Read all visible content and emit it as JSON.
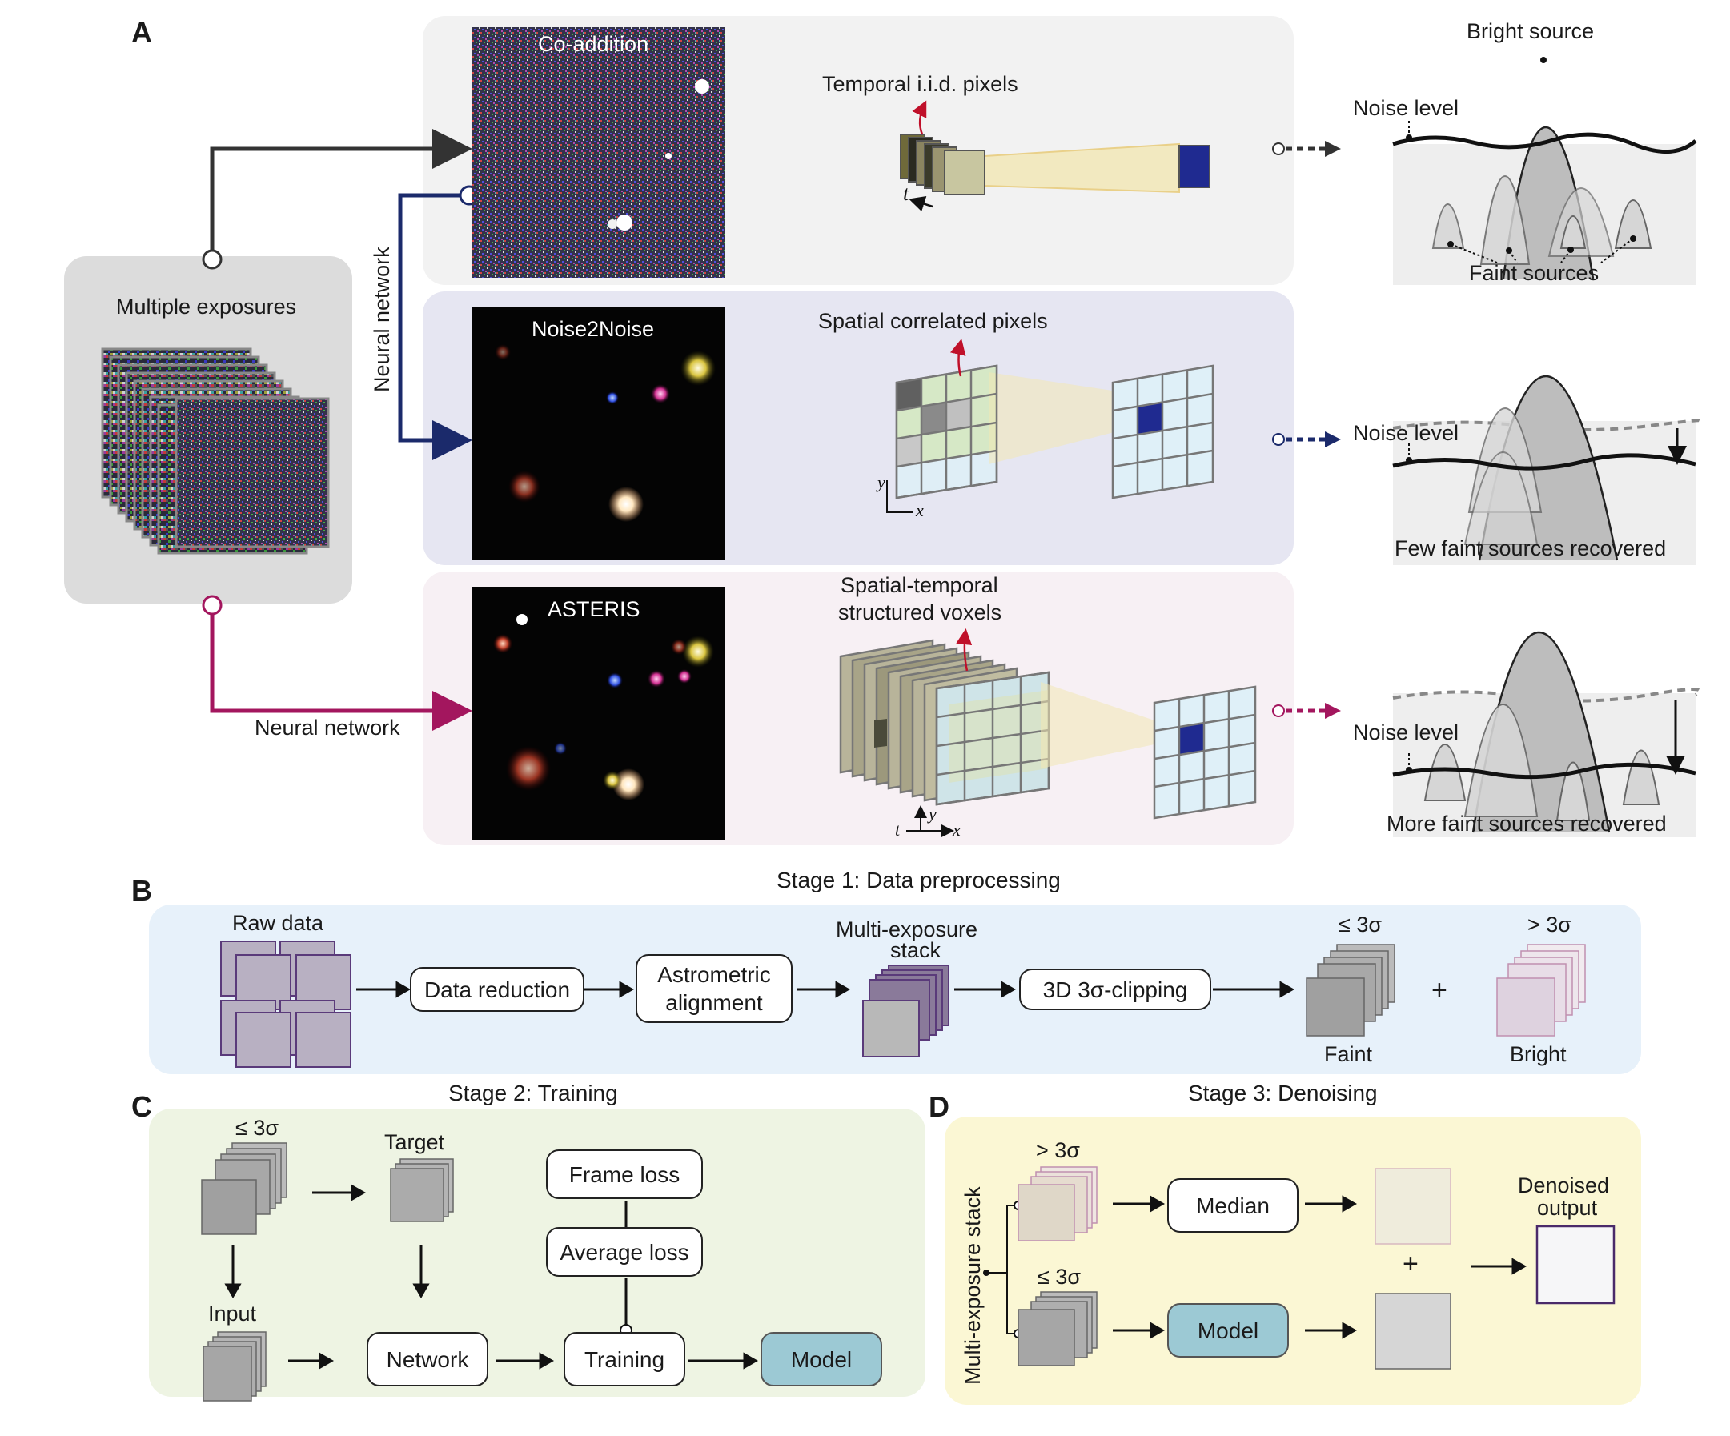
{
  "panel_a": {
    "letter": "A",
    "exposures_label": "Multiple exposures",
    "neural_network_vertical": "Neural network",
    "neural_network_bottom": "Neural network",
    "rows": [
      {
        "method": "Co-addition",
        "concept": "Temporal i.i.d. pixels"
      },
      {
        "method": "Noise2Noise",
        "concept": "Spatial correlated pixels"
      },
      {
        "method": "ASTERIS",
        "concept_line1": "Spatial-temporal",
        "concept_line2": "structured voxels"
      }
    ],
    "profiles": {
      "bright_source": "Bright source",
      "noise_level_1": "Noise level",
      "faint_sources": "Faint sources",
      "noise_level_2": "Noise level",
      "few_recovered": "Few faint sources recovered",
      "noise_level_3": "Noise level",
      "more_recovered": "More faint sources recovered"
    },
    "axes": {
      "t": "t",
      "x": "x",
      "y": "y"
    }
  },
  "panel_b": {
    "letter": "B",
    "title": "Stage 1: Data preprocessing",
    "raw_data": "Raw data",
    "data_reduction": "Data reduction",
    "astrometric_1": "Astrometric",
    "astrometric_2": "alignment",
    "stack_1": "Multi-exposure",
    "stack_2": "stack",
    "clipping": "3D 3σ-clipping",
    "le3": "≤ 3σ",
    "gt3": "> 3σ",
    "plus": "+",
    "faint": "Faint",
    "bright": "Bright"
  },
  "panel_c": {
    "letter": "C",
    "title": "Stage 2: Training",
    "le3": "≤ 3σ",
    "target": "Target",
    "input": "Input",
    "frame_loss": "Frame loss",
    "average_loss": "Average loss",
    "network": "Network",
    "training": "Training",
    "model": "Model"
  },
  "panel_d": {
    "letter": "D",
    "title": "Stage 3: Denoising",
    "stack_vertical": "Multi-exposure stack",
    "gt3": "> 3σ",
    "le3": "≤ 3σ",
    "median": "Median",
    "model": "Model",
    "plus": "+",
    "out_1": "Denoised",
    "out_2": "output"
  },
  "colors": {
    "coaddition_arrow": "#333333",
    "noise2noise_arrow": "#1b2a6b",
    "asteris_arrow": "#a3165e",
    "row1_bg": "#f2f2f2",
    "row2_bg": "#e6e6f2",
    "row3_bg": "#f7f0f4",
    "stage1_bg": "#e7f1fa",
    "stage2_bg": "#eef4e3",
    "stage3_bg": "#fbf7d4",
    "model_fill": "#9cc9d4"
  }
}
